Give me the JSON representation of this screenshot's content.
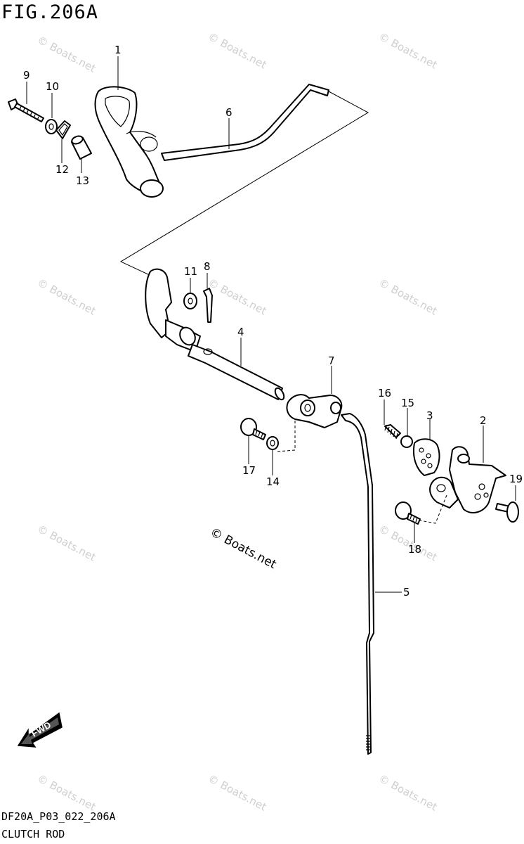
{
  "figure": {
    "title": "FIG.206A",
    "diagram_code": "DF20A_P03_022_206A",
    "section_name": "CLUTCH ROD"
  },
  "parts": [
    {
      "id": "part-1",
      "number": "1"
    },
    {
      "id": "part-2",
      "number": "2"
    },
    {
      "id": "part-3",
      "number": "3"
    },
    {
      "id": "part-4",
      "number": "4"
    },
    {
      "id": "part-5",
      "number": "5"
    },
    {
      "id": "part-6",
      "number": "6"
    },
    {
      "id": "part-7",
      "number": "7"
    },
    {
      "id": "part-8",
      "number": "8"
    },
    {
      "id": "part-9",
      "number": "9"
    },
    {
      "id": "part-10",
      "number": "10"
    },
    {
      "id": "part-11",
      "number": "11"
    },
    {
      "id": "part-12",
      "number": "12"
    },
    {
      "id": "part-13",
      "number": "13"
    },
    {
      "id": "part-14",
      "number": "14"
    },
    {
      "id": "part-15",
      "number": "15"
    },
    {
      "id": "part-16",
      "number": "16"
    },
    {
      "id": "part-17",
      "number": "17"
    },
    {
      "id": "part-18",
      "number": "18"
    },
    {
      "id": "part-19",
      "number": "19"
    }
  ],
  "direction_badge": {
    "label": "FWD"
  },
  "watermark": {
    "text": "© Boats.net"
  }
}
